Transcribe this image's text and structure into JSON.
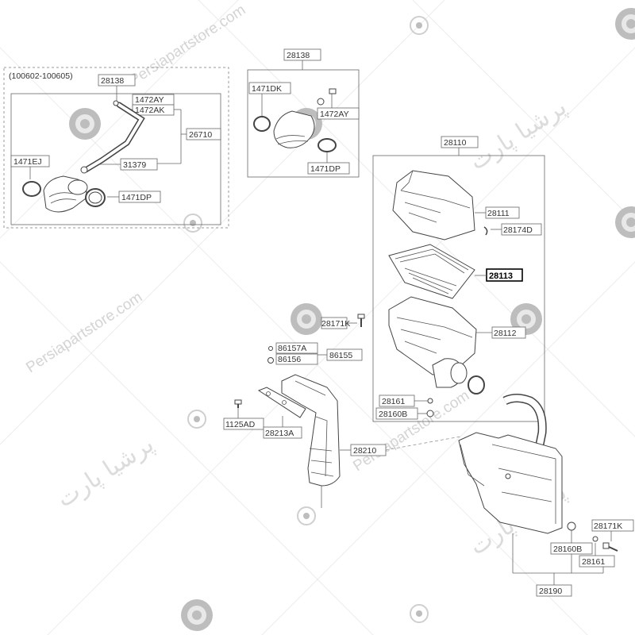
{
  "group_header": "(100602-100605)",
  "watermark": {
    "en": "Persiapartstore.com",
    "fa": "پرشیا پارت"
  },
  "parts": {
    "p28138a": "28138",
    "p1472ay_a": "1472AY",
    "p1472ak": "1472AK",
    "p26710": "26710",
    "p1471ej": "1471EJ",
    "p31379": "31379",
    "p1471dp_a": "1471DP",
    "p28138b": "28138",
    "p1471dk": "1471DK",
    "p1472ay_b": "1472AY",
    "p1471dp_b": "1471DP",
    "p28110": "28110",
    "p28111": "28111",
    "p28174d": "28174D",
    "p28113": "28113",
    "p28112": "28112",
    "p28171k_a": "28171K",
    "p86157a": "86157A",
    "p86155": "86155",
    "p86156": "86156",
    "p28161_a": "28161",
    "p28160b_a": "28160B",
    "p1125ad": "1125AD",
    "p28213a": "28213A",
    "p28210": "28210",
    "p28171k_b": "28171K",
    "p28160b_b": "28160B",
    "p28161_b": "28161",
    "p28190": "28190"
  }
}
